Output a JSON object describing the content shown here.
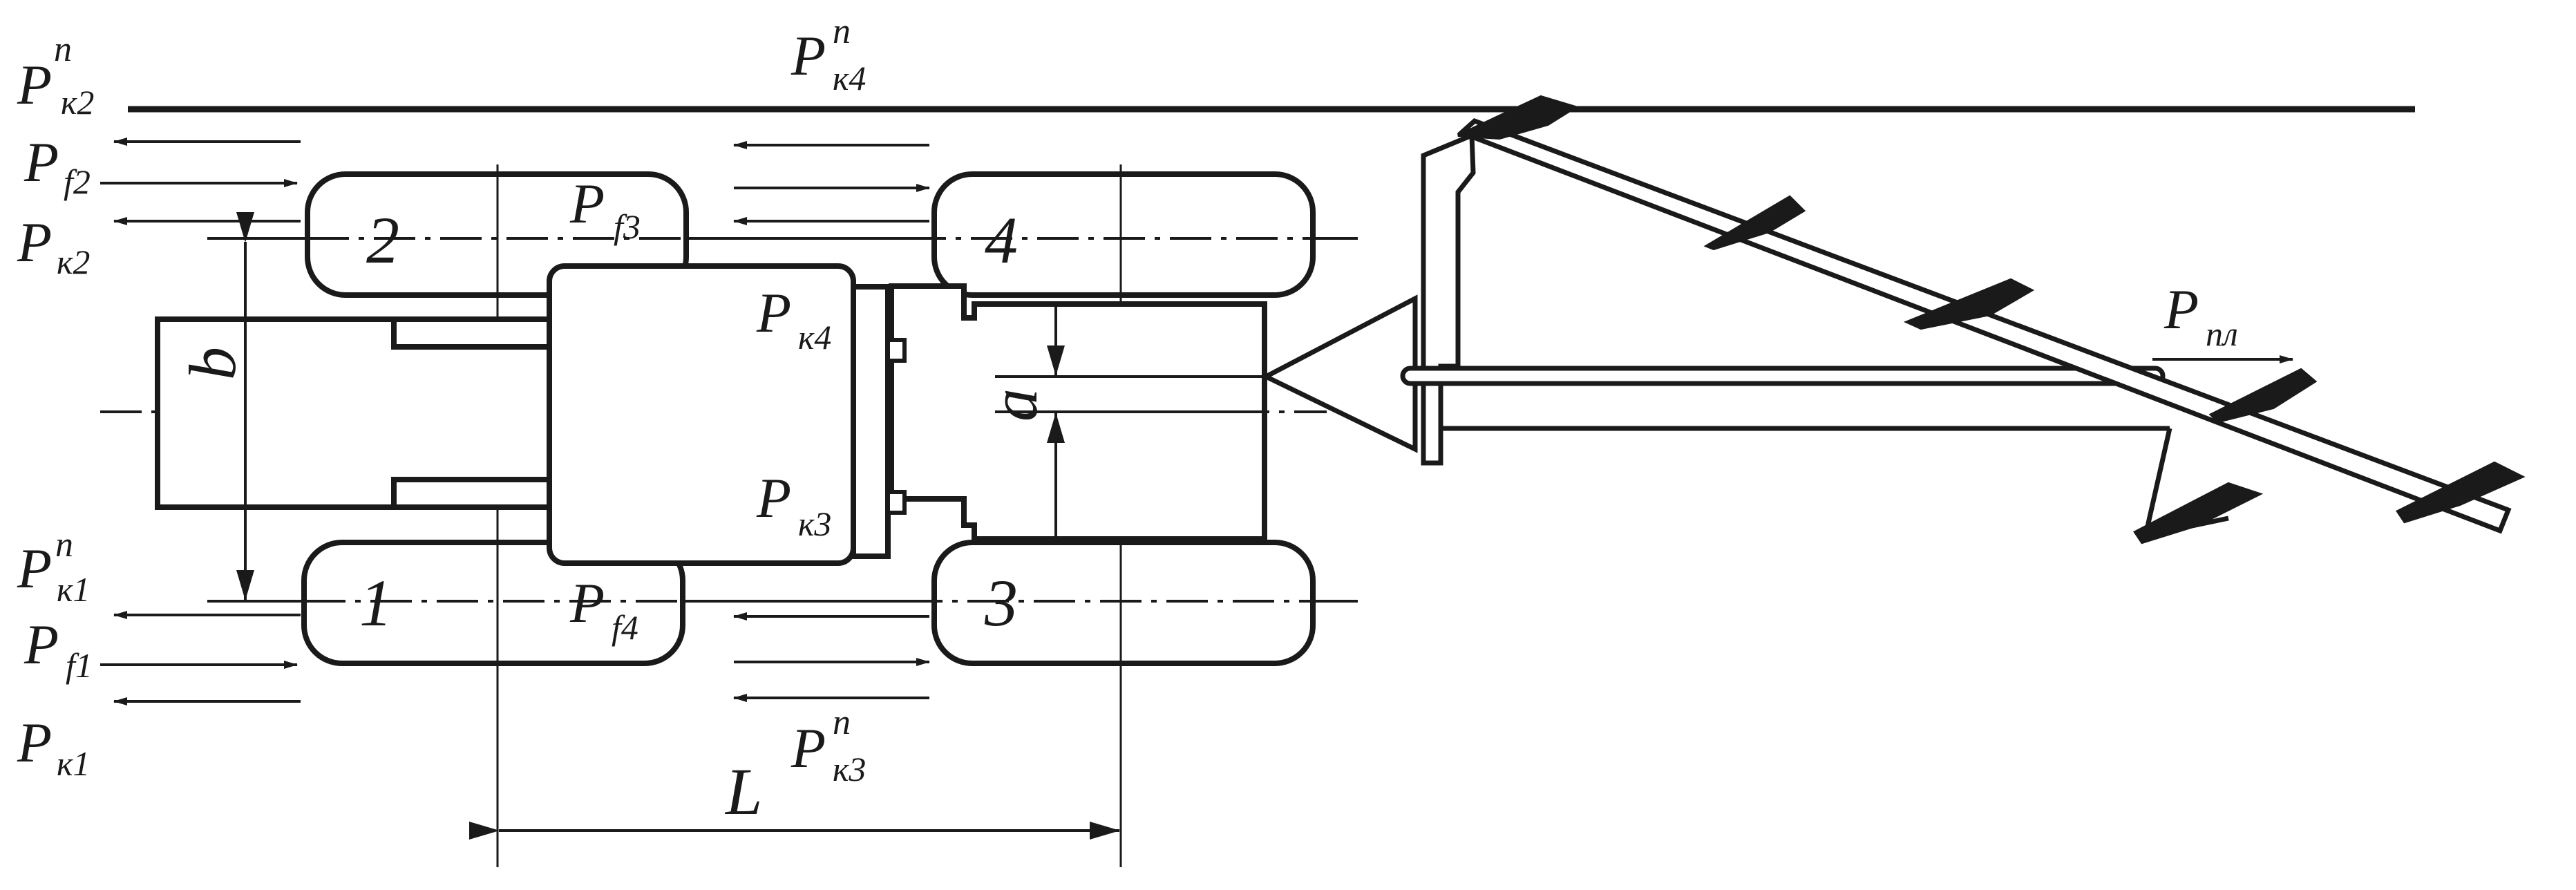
{
  "labels": {
    "P": "P",
    "sub_k": "к",
    "sup_n": "п",
    "sub_k1": "к1",
    "sub_k2": "к2",
    "sub_k3": "к3",
    "sub_k4": "к4",
    "sub_f1": "f1",
    "sub_f2": "f2",
    "sub_f3": "f3",
    "sub_f4": "f4",
    "sub_pl": "пл",
    "wheel_1": "1",
    "wheel_2": "2",
    "wheel_3": "3",
    "wheel_4": "4",
    "dim_b": "b",
    "dim_a": "a",
    "dim_L": "L"
  },
  "colors": {
    "ink": "#1a1a1a",
    "background": "#ffffff"
  },
  "icons": [
    "tractor-outline",
    "plough-bodies",
    "force-arrows",
    "dimension-arrows"
  ]
}
